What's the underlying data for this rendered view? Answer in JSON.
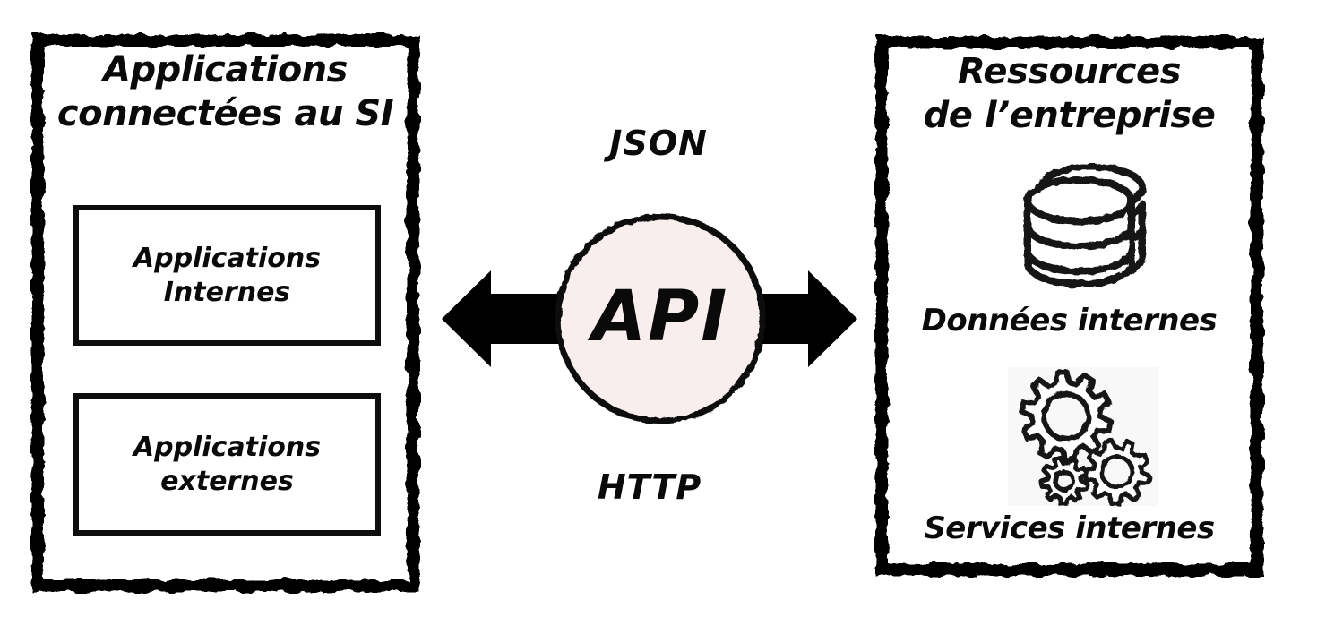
{
  "diagram": {
    "left_panel": {
      "title_line1": "Applications",
      "title_line2": "connectées au SI",
      "boxes": [
        {
          "line1": "Applications",
          "line2": "Internes"
        },
        {
          "line1": "Applications",
          "line2": "externes"
        }
      ]
    },
    "center": {
      "protocol_top": "JSON",
      "hub_label": "API",
      "protocol_bottom": "HTTP",
      "hub_fill": "#f8eeee",
      "arrow_color": "#000000"
    },
    "right_panel": {
      "title_line1": "Ressources",
      "title_line2": "de l’entreprise",
      "items": [
        {
          "icon": "database-icon",
          "label": "Données internes"
        },
        {
          "icon": "gears-icon",
          "label": "Services internes"
        }
      ]
    },
    "colors": {
      "border": "#000000",
      "background": "#ffffff"
    }
  }
}
